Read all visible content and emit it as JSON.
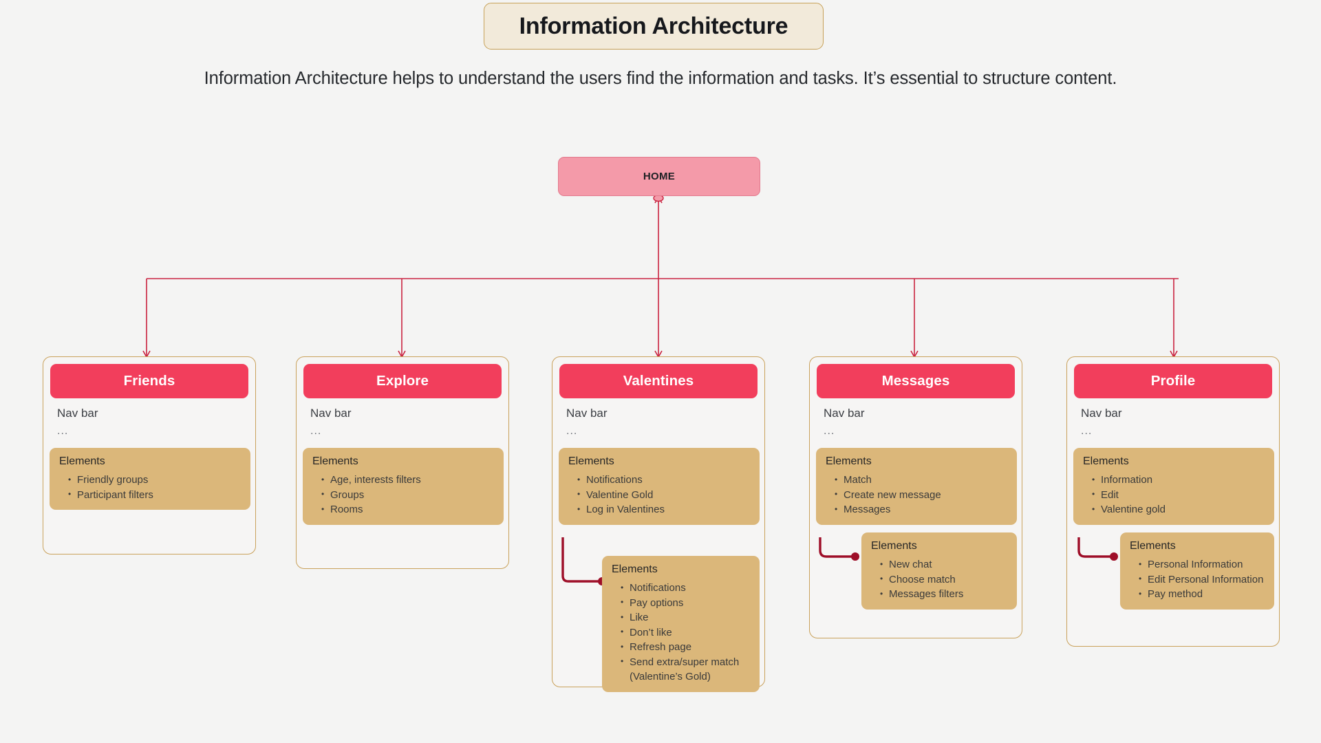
{
  "header": {
    "title": "Information Architecture",
    "subtitle": "Information Architecture helps to understand the users find the information and tasks. It’s essential to structure content."
  },
  "colors": {
    "page_background": "#F4F4F3",
    "title_box_background": "#F2EADA",
    "title_box_border": "#C7A158",
    "root_node_fill": "#F49AA9",
    "card_header_fill": "#F23E5C",
    "card_border": "#C9A15A",
    "elements_panel_fill": "#DBB77A",
    "connector_line": "#C9223F"
  },
  "root_node": {
    "label": "HOME",
    "name": "home-node"
  },
  "labels": {
    "navbar": "Nav bar",
    "ellipsis": "...",
    "elements_title": "Elements"
  },
  "pages": [
    {
      "title": "Friends",
      "navbar": "Nav bar",
      "ellipsis": "...",
      "elements": {
        "title": "Elements",
        "items": [
          "Friendly groups",
          "Participant filters"
        ]
      },
      "sub_elements": null
    },
    {
      "title": "Explore",
      "navbar": "Nav bar",
      "ellipsis": "...",
      "elements": {
        "title": "Elements",
        "items": [
          "Age, interests filters",
          "Groups",
          "Rooms"
        ]
      },
      "sub_elements": null
    },
    {
      "title": "Valentines",
      "navbar": "Nav bar",
      "ellipsis": "...",
      "elements": {
        "title": "Elements",
        "items": [
          "Notifications",
          "Valentine Gold",
          "Log in Valentines"
        ]
      },
      "sub_elements": {
        "title": "Elements",
        "items": [
          "Notifications",
          "Pay options",
          "Like",
          "Don’t like",
          "Refresh page",
          "Send extra/super match\n(Valentine’s Gold)"
        ]
      }
    },
    {
      "title": "Messages",
      "navbar": "Nav bar",
      "ellipsis": "...",
      "elements": {
        "title": "Elements",
        "items": [
          "Match",
          "Create new message",
          "Messages"
        ]
      },
      "sub_elements": {
        "title": "Elements",
        "items": [
          "New chat",
          "Choose match",
          "Messages filters"
        ]
      }
    },
    {
      "title": "Profile",
      "navbar": "Nav bar",
      "ellipsis": "...",
      "elements": {
        "title": "Elements",
        "items": [
          "Information",
          "Edit",
          "Valentine gold"
        ]
      },
      "sub_elements": {
        "title": "Elements",
        "items": [
          "Personal Information",
          "Edit Personal Information",
          "Pay method"
        ]
      }
    }
  ]
}
